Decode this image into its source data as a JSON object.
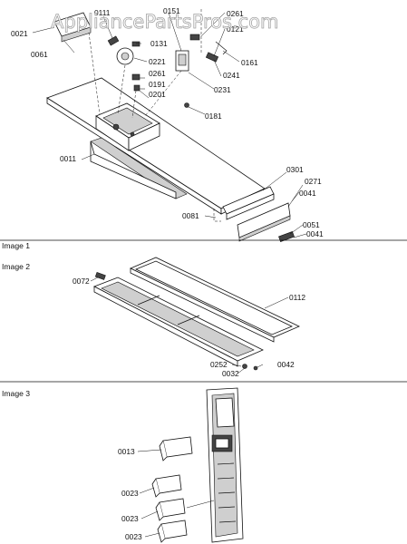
{
  "watermark": "AppliancePartsPros.com",
  "sections": [
    {
      "label": "Image 1"
    },
    {
      "label": "Image 2"
    },
    {
      "label": "Image 3"
    }
  ],
  "image1_callouts": [
    "0111",
    "0151",
    "0261",
    "0121",
    "0021",
    "0131",
    "0061",
    "0221",
    "0161",
    "0261",
    "0241",
    "0191",
    "0201",
    "0231",
    "0181",
    "0011",
    "0301",
    "0271",
    "0041",
    "0081",
    "0051",
    "0041"
  ],
  "image2_callouts": [
    "0072",
    "0112",
    "0252",
    "0042",
    "0032"
  ],
  "image3_callouts": [
    "0013",
    "0023",
    "0023",
    "0023"
  ]
}
